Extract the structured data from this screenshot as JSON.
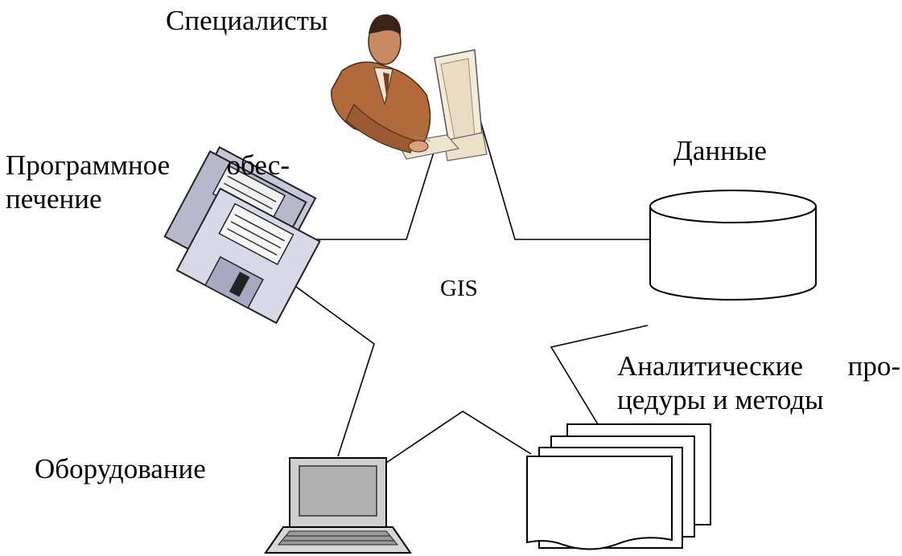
{
  "center_label": "GIS",
  "nodes": {
    "specialists": {
      "label": "Специалисты",
      "icon": "specialist-at-computer-icon"
    },
    "software": {
      "label_line1_a": "Программное",
      "label_line1_b": "обес-",
      "label_line2": "печение",
      "icon": "floppy-disks-icon"
    },
    "data": {
      "label": "Данные",
      "icon": "database-cylinder-icon"
    },
    "methods": {
      "label_line1_a": "Аналитические",
      "label_line1_b": "про-",
      "label_line2": "цедуры и методы",
      "icon": "document-stack-icon"
    },
    "hardware": {
      "label": "Оборудование",
      "icon": "laptop-icon"
    }
  }
}
